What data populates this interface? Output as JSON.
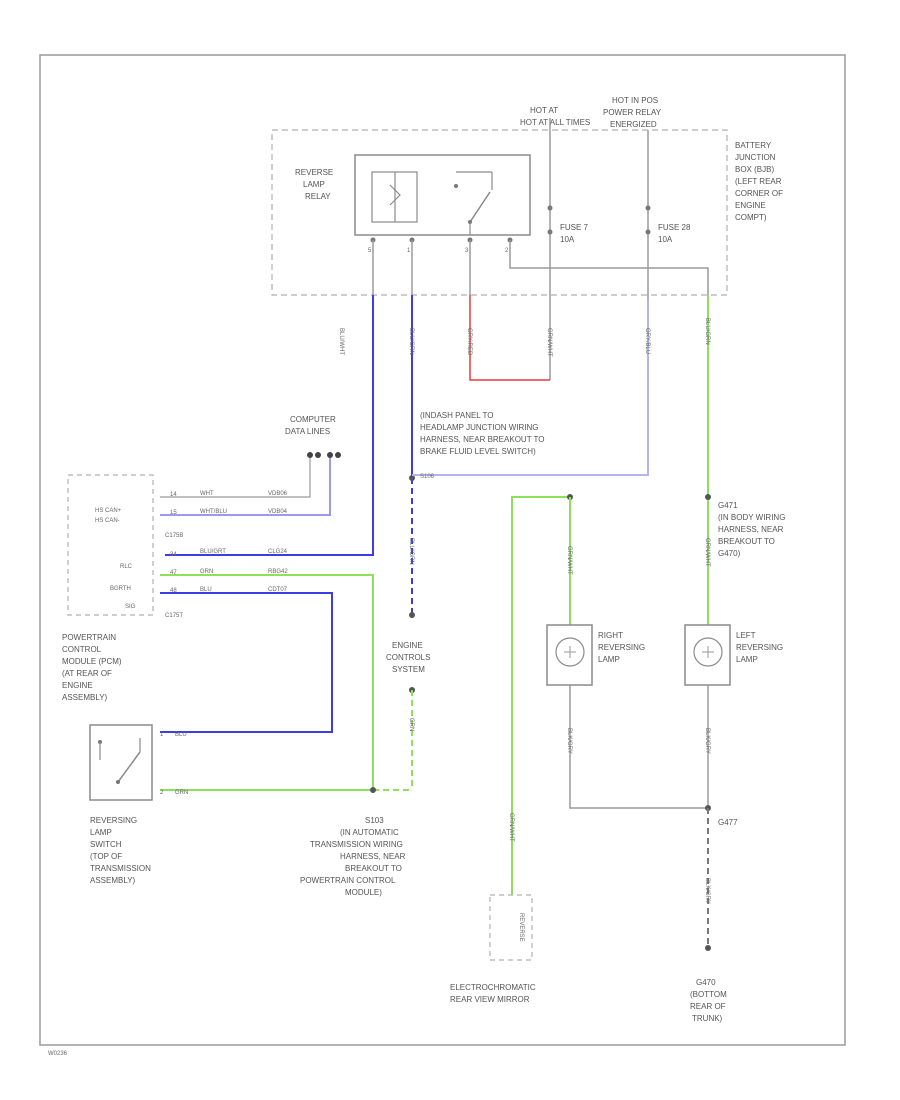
{
  "labels": {
    "hot_at_all_times": "HOT AT ALL TIMES",
    "hot_in_pos": "HOT IN POS",
    "power_relay": "POWER RELAY",
    "energized": "ENERGIZED",
    "battery_jb_1": "BATTERY",
    "battery_jb_2": "JUNCTION",
    "battery_jb_3": "BOX (BJB)",
    "battery_jb_4": "(LEFT REAR",
    "battery_jb_5": "CORNER OF",
    "battery_jb_6": "ENGINE",
    "battery_jb_7": "COMPT)",
    "reverse_lamp_relay_1": "REVERSE",
    "reverse_lamp_relay_2": "LAMP",
    "reverse_lamp_relay_3": "RELAY",
    "fuse7": "FUSE 7",
    "fuse7_amp": "10A",
    "fuse28": "FUSE 28",
    "fuse28_amp": "10A",
    "computer_datalines_1": "COMPUTER",
    "computer_datalines_2": "DATA LINES",
    "dash_panel_1": "(INDASH PANEL TO",
    "dash_panel_2": "HEADLAMP JUNCTION WIRING",
    "dash_panel_3": "HARNESS, NEAR BREAKOUT TO",
    "dash_panel_4": "BRAKE FLUID LEVEL SWITCH)",
    "splice_top": "S106",
    "pcm_1": "POWERTRAIN",
    "pcm_2": "CONTROL",
    "pcm_3": "MODULE (PCM)",
    "pcm_4": "(AT REAR OF",
    "pcm_5": "ENGINE",
    "pcm_6": "ASSEMBLY)",
    "pcm_pin_hscanh": "HS CAN+",
    "pcm_pin_hscanl": "HS CAN-",
    "pcm_pin_c175b": "C175B",
    "pcm_pin_rlc": "RLC",
    "pcm_pin_bgrth": "BGRTH",
    "pcm_pin_sig": "SIG",
    "pcm_pin_c175t": "C175T",
    "pcm_n1": "14",
    "pcm_n2": "15",
    "pcm_n3": "34",
    "pcm_n4": "47",
    "pcm_n5": "48",
    "wire_wht": "WHT",
    "wire_whtblu": "WHT/BLU",
    "wire_blugrt": "BLU/GRT",
    "wire_grn": "GRN",
    "wire_blu": "BLU",
    "circuit_1": "VDB06",
    "circuit_2": "VDB04",
    "circuit_3": "CLG24",
    "circuit_4": "RBG42",
    "circuit_5": "CDT07",
    "engine_controls_1": "ENGINE",
    "engine_controls_2": "CONTROLS",
    "engine_controls_3": "SYSTEM",
    "reversing_switch_1": "REVERSING",
    "reversing_switch_2": "LAMP",
    "reversing_switch_3": "SWITCH",
    "reversing_switch_4": "(TOP OF",
    "reversing_switch_5": "TRANSMISSION",
    "reversing_switch_6": "ASSEMBLY)",
    "sw_pin1": "1",
    "sw_pin2": "2",
    "sw_wire1": "BLU",
    "sw_wire2": "GRN",
    "s103_1": "S103",
    "s103_2": "(IN AUTOMATIC",
    "s103_3": "TRANSMISSION WIRING",
    "s103_4": "HARNESS, NEAR",
    "s103_5": "BREAKOUT TO",
    "s103_6": "POWERTRAIN CONTROL",
    "s103_7": "MODULE)",
    "right_lamp_1": "RIGHT",
    "right_lamp_2": "REVERSING",
    "right_lamp_3": "LAMP",
    "left_lamp_1": "LEFT",
    "left_lamp_2": "REVERSING",
    "left_lamp_3": "LAMP",
    "g471_1": "G471",
    "g471_2": "(IN BODY WIRING",
    "g471_3": "HARNESS, NEAR",
    "g471_4": "BREAKOUT TO",
    "g471_5": "G470)",
    "g477": "G477",
    "mirror_1": "ELECTROCHROMATIC",
    "mirror_2": "REAR VIEW MIRROR",
    "mirror_box": "REVERSE",
    "g470_1": "G470",
    "g470_2": "(BOTTOM",
    "g470_3": "REAR OF",
    "g470_4": "TRUNK)",
    "wire_v1": "BLU/WHT",
    "wire_v2": "BLU/GRN",
    "wire_v3": "GRY/RED",
    "wire_v4": "GRY/BLU",
    "wire_v5": "BLU/GRN",
    "wire_v6": "GRN/WHT",
    "wire_v7": "BLU/GRN",
    "wire_v8": "GRN",
    "wire_v9": "GRN/WHT",
    "wire_v10": "GRN/WHT",
    "wire_v11": "BLK/GRY",
    "wire_v12": "BLK/GRY",
    "wire_v13": "GRN/WHT",
    "wire_v14": "BLK/GRY",
    "footer_code": "W0236"
  },
  "colors": {
    "frame": "#999999",
    "blue_wire": "#3c3ce6",
    "light_blue_wire": "#b4b4f0",
    "green_wire": "#8ee05a",
    "red_wire": "#e63c3c",
    "gray_wire": "#9a9a9a"
  }
}
